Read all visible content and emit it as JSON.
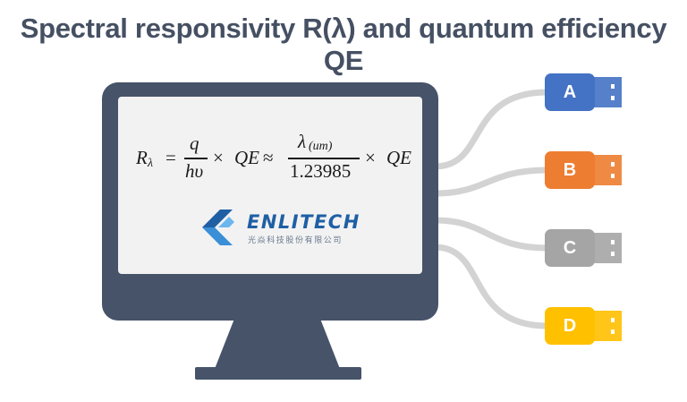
{
  "title": "Spectral responsivity R(λ) and quantum efficiency QE",
  "formula": {
    "lhs": "R",
    "lhs_sub": "λ",
    "eq": "=",
    "frac1_num": "q",
    "frac1_den": "hυ",
    "times1": "×",
    "qe1": "QE",
    "approx": "≈",
    "frac2_num": "λ",
    "frac2_num_sub": "(um)",
    "frac2_den": "1.23985",
    "times2": "×",
    "qe2": "QE"
  },
  "logo": {
    "name": "ENLITECH",
    "subtitle": "光焱科技股份有限公司"
  },
  "plugs": [
    {
      "label": "A",
      "color": "#4472c4"
    },
    {
      "label": "B",
      "color": "#ed7d31"
    },
    {
      "label": "C",
      "color": "#a5a5a5"
    },
    {
      "label": "D",
      "color": "#ffc000"
    }
  ],
  "colors": {
    "monitor_frame": "#465369",
    "screen": "#f2f2f2",
    "cable": "#d3d3d3",
    "title": "#465063"
  }
}
